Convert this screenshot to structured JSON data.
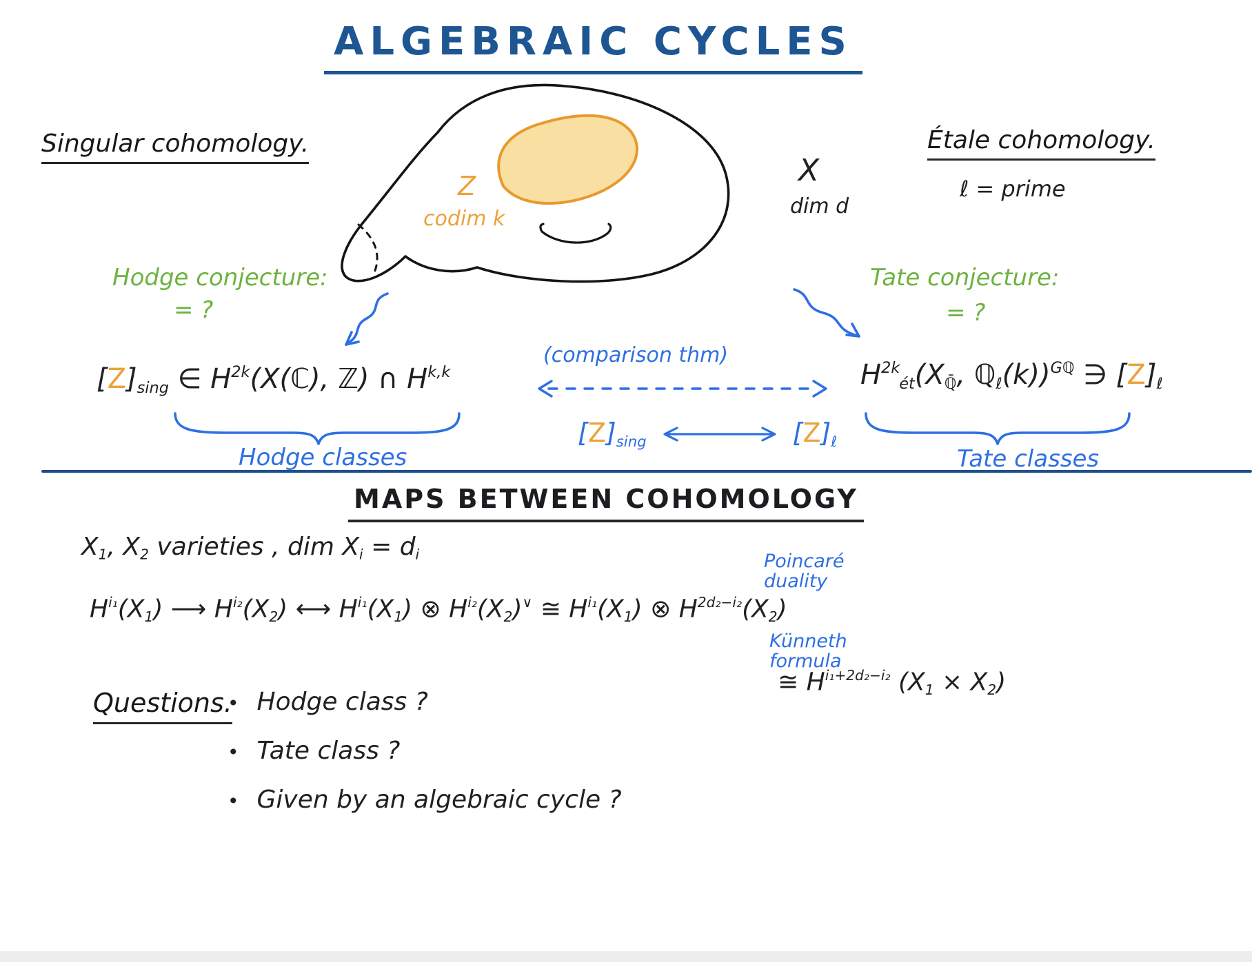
{
  "title": "ALGEBRAIC CYCLES",
  "colors": {
    "ink": "#1f2022",
    "navy": "#1d5692",
    "blue": "#2e6fe3",
    "green": "#6cb33f",
    "orange": "#eda23c",
    "cycle_fill": "#f9e0a2"
  },
  "singular": {
    "heading": "Singular cohomology.",
    "conjecture": "Hodge conjecture:",
    "conjecture_eq": "= ?",
    "formula": [
      {
        "v": "["
      },
      {
        "v": "Z",
        "c": "orange"
      },
      {
        "v": "]"
      },
      {
        "s": "sub",
        "v": "sing"
      },
      {
        "v": " ∈ H"
      },
      {
        "s": "sup",
        "v": "2k"
      },
      {
        "v": "(X(ℂ), ℤ) ∩ H"
      },
      {
        "s": "sup",
        "v": "k,k"
      }
    ],
    "brace_label": "Hodge classes"
  },
  "etale": {
    "heading": "Étale cohomology.",
    "prime_note": "ℓ = prime",
    "conjecture": "Tate conjecture:",
    "conjecture_eq": "= ?",
    "formula": [
      {
        "v": "H"
      },
      {
        "s": "sup",
        "v": "2k"
      },
      {
        "s": "sub",
        "v": "ét"
      },
      {
        "v": "(X"
      },
      {
        "s": "sub",
        "v": "ℚ̄"
      },
      {
        "v": ", ℚ"
      },
      {
        "s": "sub",
        "v": "ℓ"
      },
      {
        "v": "(k))"
      },
      {
        "s": "sup",
        "v": "Gℚ"
      },
      {
        "v": " ∋ ["
      },
      {
        "v": "Z",
        "c": "orange"
      },
      {
        "v": "]"
      },
      {
        "s": "sub",
        "v": "ℓ"
      }
    ],
    "brace_label": "Tate classes"
  },
  "sketch": {
    "cycle_label": "Z",
    "codim_label": "codim k",
    "variety_label": "X",
    "dim_label": "dim d"
  },
  "comparison": {
    "label": "(comparison thm)",
    "left": [
      {
        "v": "["
      },
      {
        "v": "Z",
        "c": "orange"
      },
      {
        "v": "]"
      },
      {
        "s": "sub",
        "v": "sing"
      }
    ],
    "right": [
      {
        "v": "["
      },
      {
        "v": "Z",
        "c": "orange"
      },
      {
        "v": "]"
      },
      {
        "s": "sub",
        "v": "ℓ"
      }
    ]
  },
  "maps": {
    "heading": "MAPS BETWEEN COHOMOLOGY",
    "varieties_line": [
      {
        "v": "X"
      },
      {
        "s": "sub",
        "v": "1"
      },
      {
        "v": ", X"
      },
      {
        "s": "sub",
        "v": "2"
      },
      {
        "v": " varieties ,  dim X"
      },
      {
        "s": "sub",
        "v": "i"
      },
      {
        "v": " = d"
      },
      {
        "s": "sub",
        "v": "i"
      }
    ],
    "formula": [
      {
        "v": "H"
      },
      {
        "s": "sup",
        "v": "i₁"
      },
      {
        "v": "(X"
      },
      {
        "s": "sub",
        "v": "1"
      },
      {
        "v": ")  ⟶  H"
      },
      {
        "s": "sup",
        "v": "i₂"
      },
      {
        "v": "(X"
      },
      {
        "s": "sub",
        "v": "2"
      },
      {
        "v": ")   ⟷   H"
      },
      {
        "s": "sup",
        "v": "i₁"
      },
      {
        "v": "(X"
      },
      {
        "s": "sub",
        "v": "1"
      },
      {
        "v": ") ⊗ H"
      },
      {
        "s": "sup",
        "v": "i₂"
      },
      {
        "v": "(X"
      },
      {
        "s": "sub",
        "v": "2"
      },
      {
        "v": ")"
      },
      {
        "s": "sup",
        "v": "∨"
      },
      {
        "v": "  ≅  H"
      },
      {
        "s": "sup",
        "v": "i₁"
      },
      {
        "v": "(X"
      },
      {
        "s": "sub",
        "v": "1"
      },
      {
        "v": ") ⊗ H"
      },
      {
        "s": "sup",
        "v": "2d₂−i₂"
      },
      {
        "v": "(X"
      },
      {
        "s": "sub",
        "v": "2"
      },
      {
        "v": ")"
      }
    ],
    "poincare_note": [
      "Poincaré",
      "duality"
    ],
    "kunneth_note": [
      "Künneth",
      "formula"
    ],
    "kunneth_formula": [
      {
        "v": "≅  H"
      },
      {
        "s": "sup",
        "v": "i₁+2d₂−i₂"
      },
      {
        "v": " (X"
      },
      {
        "s": "sub",
        "v": "1"
      },
      {
        "v": " × X"
      },
      {
        "s": "sub",
        "v": "2"
      },
      {
        "v": ")"
      }
    ]
  },
  "questions": {
    "heading": "Questions.",
    "bullet": "•",
    "items": [
      "Hodge class ?",
      "Tate class ?",
      "Given by an algebraic cycle ?"
    ]
  }
}
